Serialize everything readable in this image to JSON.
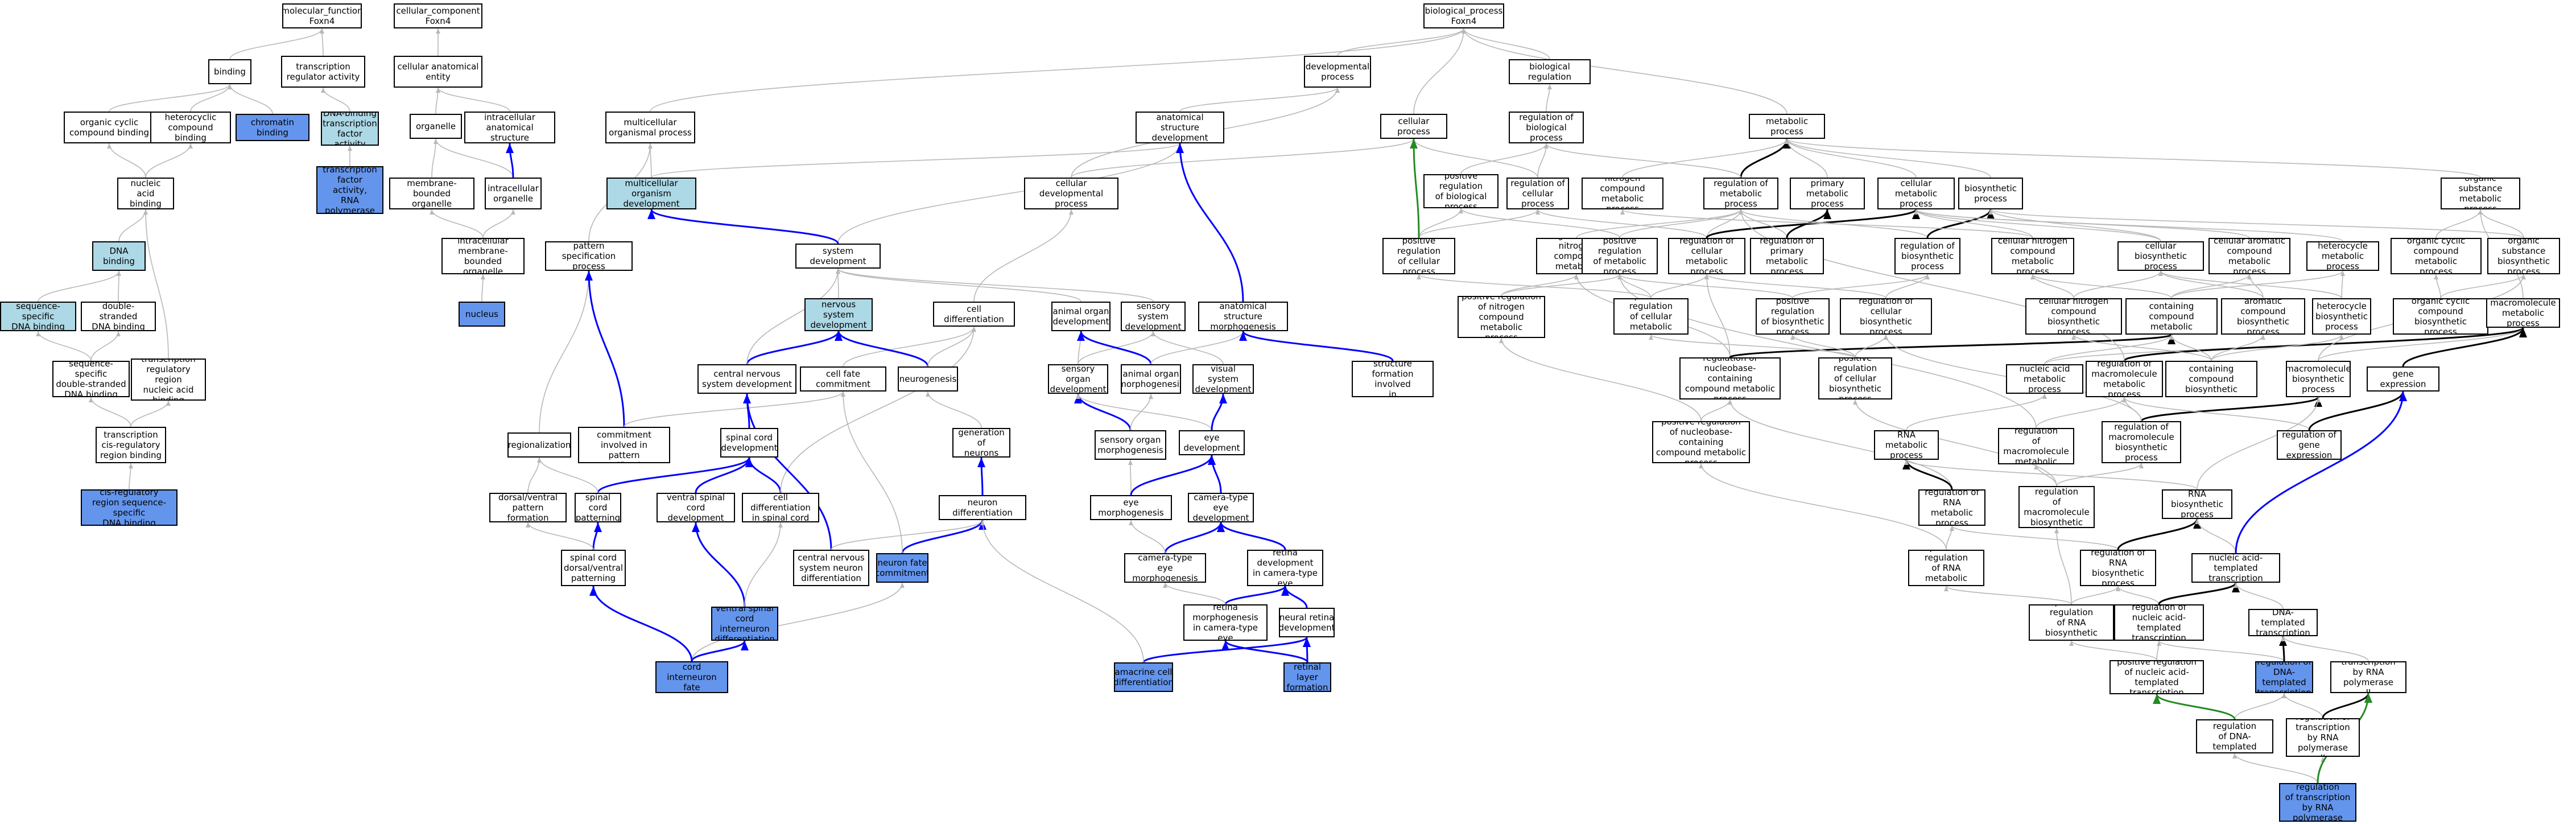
{
  "colors": {
    "light": "#add8e6",
    "dark": "#6495ed",
    "edge_gray": "#b8b8b8",
    "edge_black": "#000000",
    "edge_blue": "#0000ff",
    "edge_green": "#228b22"
  },
  "nodes": {
    "n1": "molecular_function\nFoxn4",
    "n2": "cellular_component\nFoxn4",
    "n3": "biological_process\nFoxn4",
    "n4": "binding",
    "n5": "transcription\nregulator activity",
    "n6": "cellular anatomical\nentity",
    "n7": "developmental\nprocess",
    "n8": "biological regulation",
    "n9": "organic cyclic\ncompound binding",
    "n10": "heterocyclic\ncompound binding",
    "n11": "chromatin binding",
    "n12": "DNA-binding\ntranscription\nfactor activity",
    "n13": "organelle",
    "n14": "intracellular\nanatomical structure",
    "n15": "multicellular\norganismal process",
    "n16": "anatomical structure\ndevelopment",
    "n17": "cellular process",
    "n18": "regulation of\nbiological process",
    "n19": "metabolic process",
    "n20": "DNA-binding\ntranscription\nfactor activity,\nRNA polymerase\nII-specific",
    "n21": "nucleic acid\nbinding",
    "n22": "membrane-bounded\norganelle",
    "n23": "intracellular\norganelle",
    "n24": "multicellular\norganism development",
    "n25": "cellular developmental\nprocess",
    "n26": "positive regulation\nof biological\nprocess",
    "n27": "regulation of\ncellular process",
    "n28": "nitrogen compound\nmetabolic process",
    "n29": "regulation of\nmetabolic process",
    "n30": "primary metabolic\nprocess",
    "n31": "cellular metabolic\nprocess",
    "n32": "biosynthetic\nprocess",
    "n33": "organic substance\nmetabolic process",
    "n34": "DNA binding",
    "n35": "intracellular\nmembrane-bounded\norganelle",
    "n36": "pattern specification\nprocess",
    "n37": "system development",
    "n38": "positive regulation\nof cellular\nprocess",
    "n39": "regulation of\nnitrogen compound\nmetabolic process",
    "n40": "positive regulation\nof metabolic\nprocess",
    "n41": "regulation of\ncellular metabolic\nprocess",
    "n42": "regulation of\nprimary metabolic\nprocess",
    "n43": "regulation of\nbiosynthetic\nprocess",
    "n44": "cellular nitrogen\ncompound metabolic\nprocess",
    "n45": "cellular biosynthetic\nprocess",
    "n46": "cellular aromatic\ncompound metabolic\nprocess",
    "n47": "heterocycle\nmetabolic process",
    "n48": "organic cyclic\ncompound metabolic\nprocess",
    "n49": "organic substance\nbiosynthetic\nprocess",
    "n50": "sequence-specific\nDNA binding",
    "n51": "double-stranded\nDNA binding",
    "n52": "nucleus",
    "n53": "nervous system\ndevelopment",
    "n54": "cell differentiation",
    "n55": "animal organ\ndevelopment",
    "n56": "sensory system\ndevelopment",
    "n57": "anatomical structure\nmorphogenesis",
    "n58": "positive regulation\nof nitrogen\ncompound metabolic\nprocess",
    "n59": "positive regulation\nof cellular\nmetabolic process",
    "n60": "positive regulation\nof biosynthetic\nprocess",
    "n61": "regulation of\ncellular biosynthetic\nprocess",
    "n62": "cellular nitrogen\ncompound biosynthetic\nprocess",
    "n63": "nucleobase-containing\ncompound metabolic\nprocess",
    "n64": "aromatic compound\nbiosynthetic\nprocess",
    "n65": "heterocycle\nbiosynthetic\nprocess",
    "n66": "organic cyclic\ncompound biosynthetic\nprocess",
    "n67": "macromolecule\nmetabolic process",
    "n68": "sequence-specific\ndouble-stranded\nDNA binding",
    "n69": "transcription\nregulatory region\nnucleic acid\nbinding",
    "n70": "central nervous\nsystem development",
    "n71": "cell fate commitment",
    "n72": "neurogenesis",
    "n73": "sensory organ\ndevelopment",
    "n74": "animal organ\nmorphogenesis",
    "n75": "visual system\ndevelopment",
    "n76": "anatomical structure\nformation involved\nin morphogenesis",
    "n77": "regulation of\nnucleobase-containing\ncompound metabolic\nprocess",
    "n78": "positive regulation\nof cellular\nbiosynthetic\nprocess",
    "n79": "nucleic acid\nmetabolic process",
    "n80": "regulation of\nmacromolecule\nmetabolic process",
    "n81": "nucleobase-containing\ncompound biosynthetic\nprocess",
    "n82": "macromolecule\nbiosynthetic\nprocess",
    "n83": "gene expression",
    "n84": "transcription\ncis-regulatory\nregion binding",
    "n85": "regionalization",
    "n86": "cell fate commitment\ninvolved in\npattern specification",
    "n87": "spinal cord\ndevelopment",
    "n88": "generation of\nneurons",
    "n89": "sensory organ\nmorphogenesis",
    "n90": "eye development",
    "n91": "positive regulation\nof nucleobase-containing\ncompound metabolic\nprocess",
    "n92": "RNA metabolic\nprocess",
    "n93": "positive regulation\nof macromolecule\nmetabolic process",
    "n94": "regulation of\nmacromolecule\nbiosynthetic\nprocess",
    "n95": "regulation of\ngene expression",
    "n96": "cis-regulatory\nregion sequence-specific\nDNA binding",
    "n97": "dorsal/ventral\npattern formation",
    "n98": "spinal cord\npatterning",
    "n99": "ventral spinal\ncord development",
    "n100": "cell differentiation\nin spinal cord",
    "n101": "neuron differentiation",
    "n102": "eye morphogenesis",
    "n103": "camera-type\neye development",
    "n104": "regulation of\nRNA metabolic\nprocess",
    "n105": "positive regulation\nof macromolecule\nbiosynthetic\nprocess",
    "n106": "RNA biosynthetic\nprocess",
    "n107": "spinal cord\ndorsal/ventral\npatterning",
    "n108": "central nervous\nsystem neuron\ndifferentiation",
    "n109": "neuron fate\ncommitment",
    "n110": "camera-type\neye morphogenesis",
    "n111": "retina development\nin camera-type\neye",
    "n112": "positive regulation\nof RNA metabolic\nprocess",
    "n113": "regulation of\nRNA biosynthetic\nprocess",
    "n114": "nucleic acid-templated\ntranscription",
    "n115": "ventral spinal\ncord interneuron\ndifferentiation",
    "n116": "retina morphogenesis\nin camera-type\neye",
    "n117": "neural retina\ndevelopment",
    "n118": "positive regulation\nof RNA biosynthetic\nprocess",
    "n119": "regulation of\nnucleic acid-templated\ntranscription",
    "n120": "DNA-templated\ntranscription",
    "n121": "ventral spinal\ncord interneuron\nfate commitment",
    "n122": "amacrine cell\ndifferentiation",
    "n123": "retinal layer\nformation",
    "n124": "positive regulation\nof nucleic acid-templated\ntranscription",
    "n125": "regulation of\nDNA-templated\ntranscription",
    "n126": "transcription\nby RNA polymerase\nII",
    "n127": "positive regulation\nof DNA-templated\ntranscription",
    "n128": "regulation of\ntranscription\nby RNA polymerase\nII",
    "n129": "positive regulation\nof transcription\nby RNA polymerase\nII"
  }
}
